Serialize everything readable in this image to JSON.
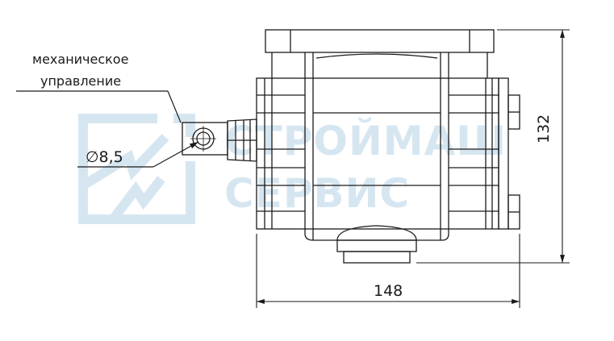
{
  "annotation": {
    "line1": "механическое",
    "line2": "управление",
    "bore_diameter": "∅8,5"
  },
  "dimensions": {
    "width": "148",
    "height": "132"
  },
  "watermark": {
    "line1": "СТРОЙМАШ",
    "line2": "СЕРВИС",
    "logo_icon": "broken-square-lightning-icon",
    "color": "#d6e6f1"
  },
  "colors": {
    "line": "#1a1a1a",
    "background": "#ffffff"
  }
}
